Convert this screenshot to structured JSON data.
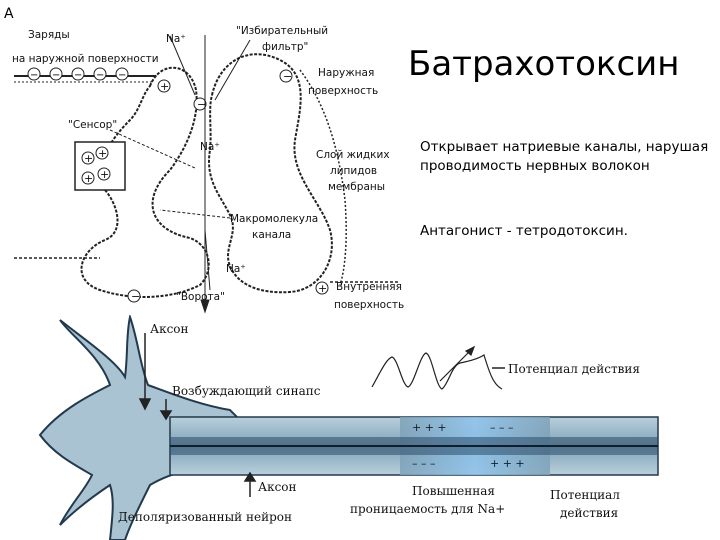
{
  "slide": {
    "title": "Батрахотоксин",
    "desc1": "Открывает натриевые каналы, нарушая проводимость нервных волокон",
    "desc2": "Антагонист - тетродотоксин."
  },
  "channel_diagram": {
    "panel_letter": "А",
    "surface_charges": "Заряды на наружной поверхности",
    "na_top": "Na⁺",
    "selective_filter": "\"Избирательный фильтр\"",
    "outer_surface": "Наружная поверхность",
    "sensor": "\"Сенсор\"",
    "na_middle": "Na⁺",
    "lipid_layer": "Слой жидких липидов мембраны",
    "macromolecule": "Макромолекула канала",
    "na_bottom": "Na⁺",
    "gate": "\"Ворота\"",
    "inner_surface": "Внутренняя поверхность"
  },
  "neuron_diagram": {
    "axon_top": "Аксон",
    "excitatory_synapse": "Возбуждающий синапс",
    "action_potential_top": "Потенциал действия",
    "axon_bottom": "Аксон",
    "depolarized_neuron": "Деполяризованный нейрон",
    "increased_permeability": "Повышенная проницаемость для Na+",
    "action_potential_bottom": "Потенциал действия"
  },
  "colors": {
    "neuron_fill": "#a9c3d2",
    "neuron_dark": "#23394d",
    "axon_core": "#2d4c6a",
    "depolarized_zone": "#8ec3ec"
  }
}
